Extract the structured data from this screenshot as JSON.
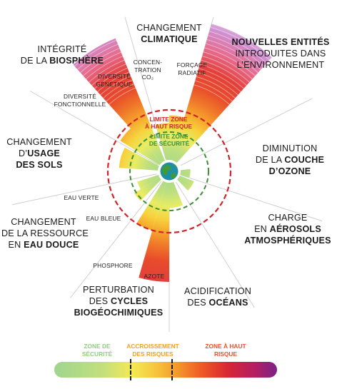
{
  "categories": {
    "climate": {
      "l1": "CHANGEMENT",
      "l2": "CLIMATIQUE"
    },
    "novel": {
      "l1": "NOUVELLES ENTITÉS",
      "l2": "INTRODUITES DANS",
      "l3": "L’ENVIRONNEMENT"
    },
    "ozone": {
      "l1": "DIMINUTION",
      "l2a": "DE LA ",
      "l2b": "COUCHE",
      "l3": "D’OZONE"
    },
    "aerosols": {
      "l1": "CHARGE",
      "l2a": "EN ",
      "l2b": "AÉROSOLS",
      "l3": "ATMOSPHÉRIQUES"
    },
    "ocean": {
      "l1": "ACIDIFICATION",
      "l2a": "DES ",
      "l2b": "OCÉANS"
    },
    "biogeo": {
      "l1": "PERTURBATION",
      "l2a": "DES ",
      "l2b": "CYCLES",
      "l3": "BIOGÉOCHIMIQUES"
    },
    "freshwater": {
      "l1": "CHANGEMENT",
      "l2": "DE LA RESSOURCE",
      "l3a": "EN ",
      "l3b": "EAU DOUCE"
    },
    "land": {
      "l1": "CHANGEMENT",
      "l2a": "D’",
      "l2b": "USAGE",
      "l3": "DES SOLS"
    },
    "biosphere": {
      "l1": "INTÉGRITÉ",
      "l2a": "DE LA ",
      "l2b": "BIOSPHÈRE"
    }
  },
  "sublabels": {
    "co2": {
      "l1": "CONCEN-",
      "l2": "TRATION",
      "l3": "CO₂"
    },
    "forcing": {
      "l1": "FORÇAGE",
      "l2": "RADIATIF"
    },
    "genetic": {
      "l1": "DIVERSITÉ",
      "l2": "GÉNÉTIQUE"
    },
    "functional": {
      "l1": "DIVERSITÉ",
      "l2": "FONCTIONNELLE"
    },
    "green_water": "EAU VERTE",
    "blue_water": "EAU BLEUE",
    "phosphorus": "PHOSPHORE",
    "nitrogen": "AZOTE"
  },
  "zones": {
    "high_risk": {
      "l1": "LIMITE ZONE",
      "l2": "À HAUT RISQUE",
      "color": "#d3222a"
    },
    "safe": {
      "l1": "LIMITE ZONE",
      "l2": "DE SÉCURITÉ",
      "color": "#3d8f35"
    }
  },
  "legend": {
    "safe": {
      "l1": "ZONE DE",
      "l2": "SÉCURITÉ",
      "color": "#8fcf7a"
    },
    "increasing": {
      "l1": "ACCROISSEMENT",
      "l2": "DES RISQUES",
      "color": "#f2a11f"
    },
    "high": {
      "l1": "ZONE À HAUT",
      "l2": "RISQUE",
      "color": "#e8502a"
    }
  },
  "colors": {
    "safe_green": "#9fd58f",
    "yellow": "#f4ea53",
    "orange": "#f39a2d",
    "red": "#d72634",
    "purple": "#7a2287",
    "earth_ocean": "#1f8fa6",
    "earth_land": "#3f9a3a"
  },
  "chart_data": {
    "type": "radial-bar",
    "wedges": [
      {
        "id": "co2",
        "status": "high-risk",
        "level": 1.25
      },
      {
        "id": "forcing",
        "status": "high-risk",
        "level": 1.45
      },
      {
        "id": "novel",
        "status": "beyond-scale",
        "level": 2.2
      },
      {
        "id": "ozone",
        "status": "safe",
        "level": 0.35
      },
      {
        "id": "aerosols",
        "status": "safe",
        "level": 0.55
      },
      {
        "id": "ocean",
        "status": "safe",
        "level": 0.9
      },
      {
        "id": "nitrogen",
        "status": "high-risk",
        "level": 1.9
      },
      {
        "id": "phosphorus",
        "status": "high-risk",
        "level": 1.6
      },
      {
        "id": "blue_water",
        "status": "increasing",
        "level": 1.05
      },
      {
        "id": "green_water",
        "status": "safe",
        "level": 0.8
      },
      {
        "id": "land",
        "status": "increasing",
        "level": 1.3
      },
      {
        "id": "functional",
        "status": "high-risk",
        "level": 1.5
      },
      {
        "id": "genetic",
        "status": "beyond-scale",
        "level": 2.1
      }
    ]
  }
}
